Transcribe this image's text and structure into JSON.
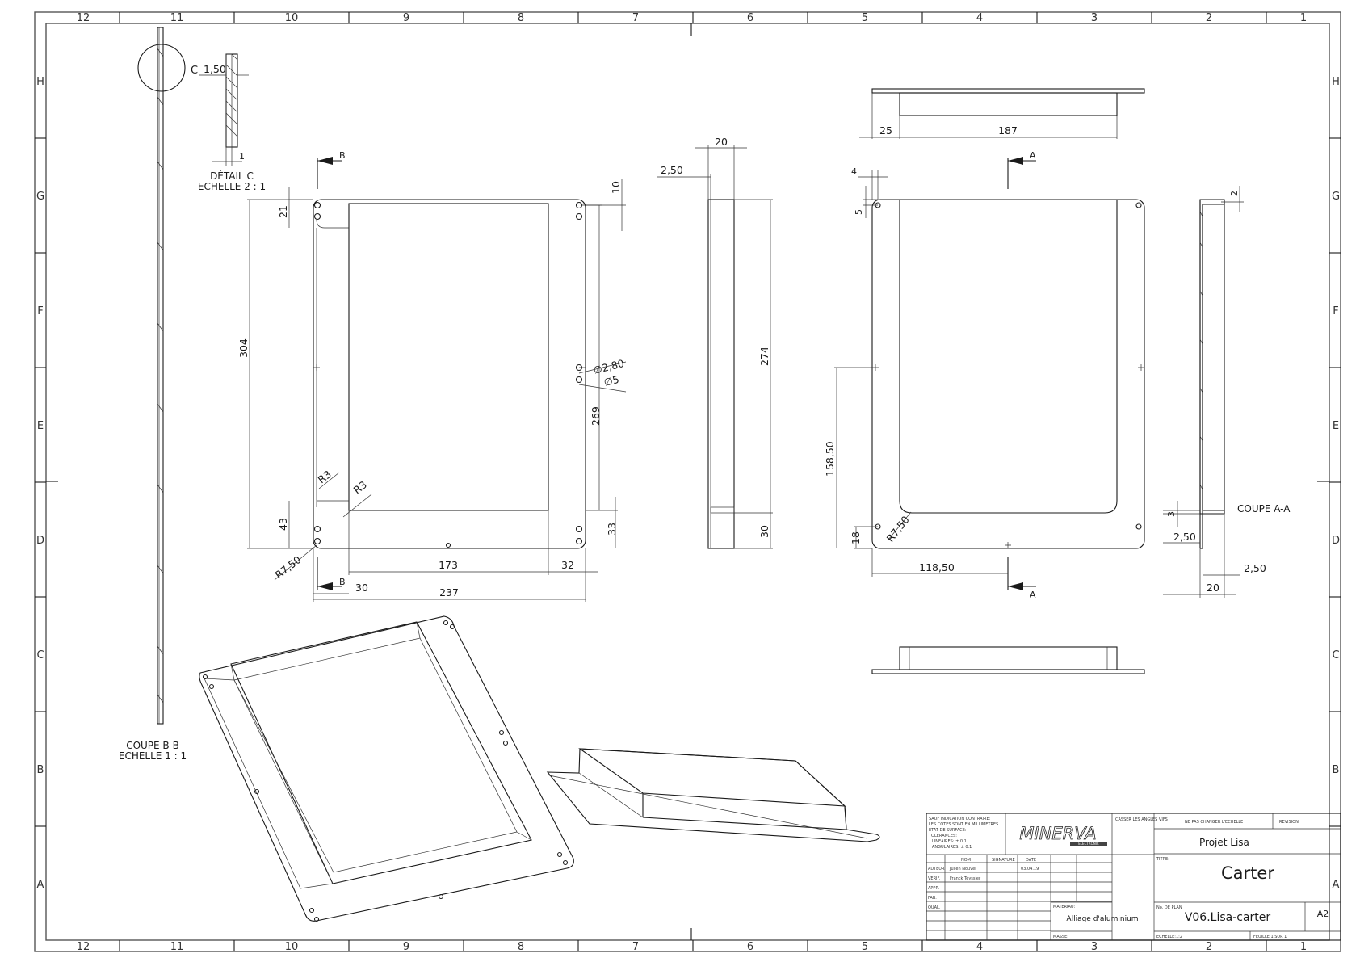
{
  "sheet": {
    "columns": [
      "12",
      "11",
      "10",
      "9",
      "8",
      "7",
      "6",
      "5",
      "4",
      "3",
      "2",
      "1"
    ],
    "rows": [
      "H",
      "G",
      "F",
      "E",
      "D",
      "C",
      "B",
      "A"
    ]
  },
  "views": {
    "detail_c": {
      "marker": "C",
      "title": "DÉTAIL C",
      "scale": "ECHELLE 2 : 1",
      "dims": [
        "1,50",
        "1"
      ]
    },
    "section_bb": {
      "title": "COUPE B-B",
      "scale": "ECHELLE 1 : 1"
    },
    "section_aa": {
      "title": "COUPE A-A"
    },
    "section_markers": {
      "b": "B",
      "a": "A"
    },
    "front_dims": {
      "d21": "21",
      "d304": "304",
      "d43": "43",
      "r7_50": "R7,50",
      "d173": "173",
      "d32": "32",
      "d30": "30",
      "d237": "237",
      "d269": "269",
      "d33": "33",
      "d10": "10",
      "dia_2_80": "∅2,80",
      "dia_5": "∅5",
      "r3_a": "R3",
      "r3_b": "R3"
    },
    "side_dims": {
      "d20": "20",
      "d2_50": "2,50",
      "d274": "274",
      "d30": "30"
    },
    "back_dims": {
      "d25": "25",
      "d187": "187",
      "d4": "4",
      "d5": "5",
      "d158_50": "158,50",
      "d18": "18",
      "r7_50": "R7,50",
      "d118_50": "118,50"
    },
    "aa_dims": {
      "d2": "2",
      "d3": "3",
      "d2_50_left": "2,50",
      "d2_50_right": "2,50",
      "d20": "20"
    }
  },
  "title_block": {
    "tolerances": [
      "SAUF INDICATION CONTRAIRE:",
      "LES COTES SONT EN MILLIMETRES",
      "ETAT DE SURFACE:",
      "TOLERANCES:",
      "LINEAIRES: ± 0.1",
      "ANGULAIRES: ± 0.1"
    ],
    "logo": "MINERVA",
    "logo_sub": "ELECTRONIC",
    "casser": "CASSER LES ANGLES VIFS",
    "ne_pas": "NE PAS CHANGER L'ECHELLE",
    "revision_label": "REVISION",
    "col_nom": "NOM",
    "col_signature": "SIGNATURE",
    "col_date": "DATE",
    "rows": [
      {
        "role": "AUTEUR",
        "name": "Julien Nouvel",
        "date": "03.04.19"
      },
      {
        "role": "VERIF.",
        "name": "Franck Teyssier",
        "date": ""
      },
      {
        "role": "APPR.",
        "name": "",
        "date": ""
      },
      {
        "role": "FAB.",
        "name": "",
        "date": ""
      },
      {
        "role": "QUAL.",
        "name": "",
        "date": ""
      }
    ],
    "materiau_label": "MATERIAU:",
    "materiau": "Alliage d'aluminium",
    "masse_label": "MASSE:",
    "projet": "Projet Lisa",
    "titre_label": "TITRE:",
    "titre": "Carter",
    "no_plan_label": "No. DE PLAN",
    "no_plan": "V06.Lisa-carter",
    "format": "A2",
    "echelle": "ECHELLE:1:2",
    "feuille": "FEUILLE 1 SUR 1"
  }
}
